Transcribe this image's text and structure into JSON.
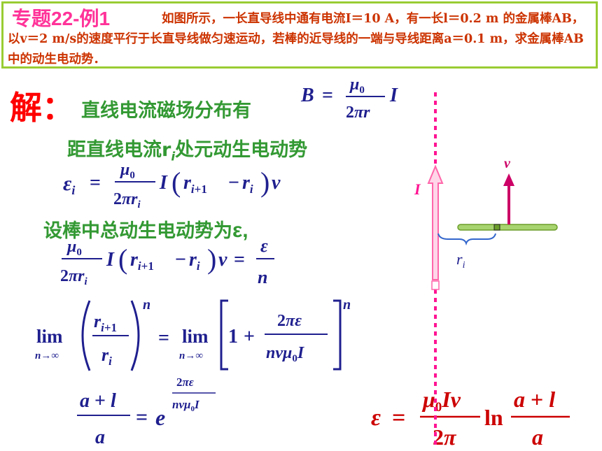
{
  "problem": {
    "label": "专题22-例1",
    "text": "如图所示，一长直导线中通有电流I＝10 A，有一长l＝0.2 m 的金属棒AB，以v＝2 m/s的速度平行于长直导线做匀速运动，若棒的近导线的一端与导线距离a＝0.1 m，求金属棒AB中的动生电动势．"
  },
  "solution": {
    "label": "解：",
    "line1": "直线电流磁场分布有",
    "line2_prefix": "距直线电流r",
    "line2_sub": "i",
    "line2_suffix": "处元动生电动势",
    "line3": "设棒中总动生电动势为",
    "line3_symbol": "ε,"
  },
  "diagram": {
    "current_label": "I",
    "velocity_label": "v",
    "distance_label": "r",
    "distance_sub": "i"
  },
  "colors": {
    "accent": "#ff3399",
    "wire": "#ff66aa",
    "rod": "#99cc33",
    "equation": "#1f1f8f",
    "result": "#cc0000",
    "solution_label": "#ff0000",
    "text_green": "#339933",
    "brace": "#3366cc"
  }
}
